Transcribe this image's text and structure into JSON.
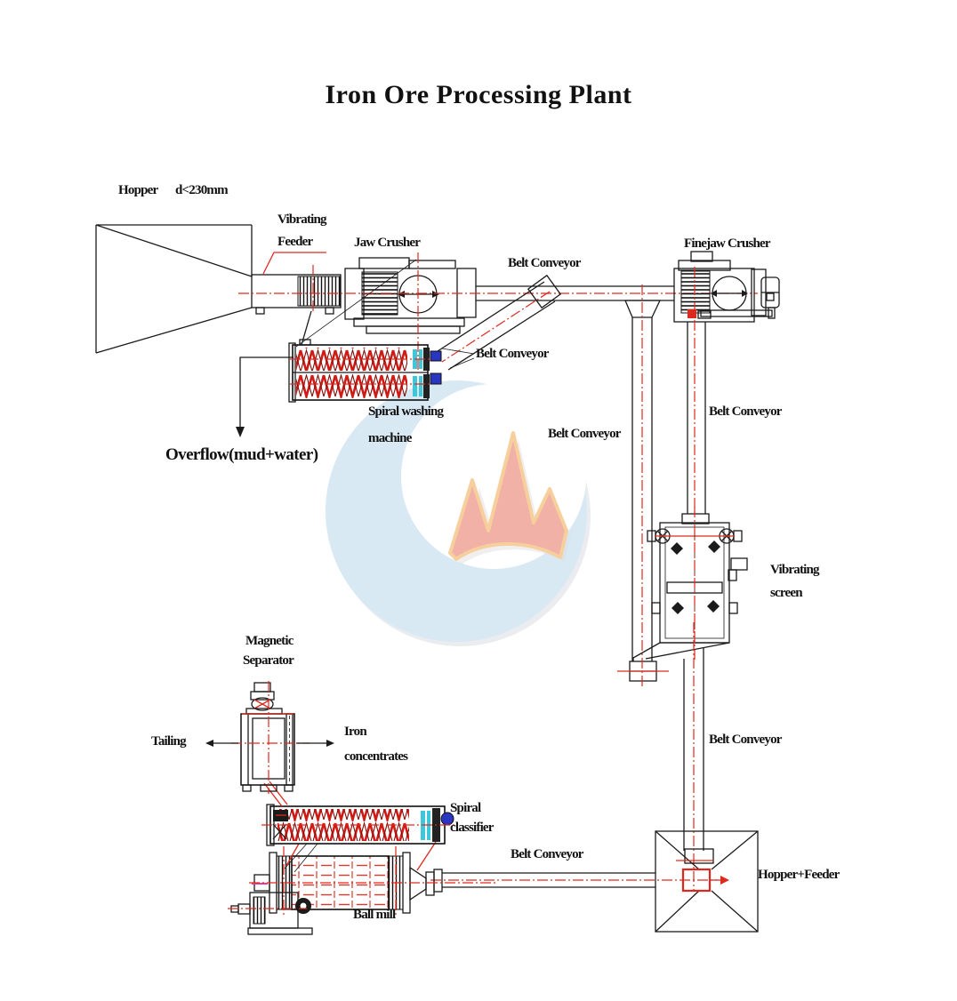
{
  "title": "Iron Ore Processing Plant",
  "watermark": {
    "description": "crescent and crown logo",
    "crescent_color": "#d9e9f4",
    "crown_fill": "#f1b1a7",
    "crown_edge": "#f7cf9d"
  },
  "colors": {
    "line": "#1b1b1b",
    "centerline_red": "#e0291e",
    "coil_red": "#cf1b15",
    "cyan_accent": "#3fc6d9",
    "blue_accent": "#2a35c0",
    "magenta_accent": "#e93c9e"
  },
  "labels": {
    "hopper": "Hopper",
    "hopper_size": "d<230mm",
    "vibrating_feeder_line1": "Vibrating",
    "vibrating_feeder_line2": "Feeder",
    "jaw_crusher": "Jaw Crusher",
    "belt_conveyor_top": "Belt Conveyor",
    "finejaw_crusher": "Finejaw Crusher",
    "belt_conveyor_to_washer": "Belt Conveyor",
    "spiral_washing_line1": "Spiral washing",
    "spiral_washing_line2": "machine",
    "overflow": "Overflow(mud+water)",
    "belt_conveyor_return": "Belt Conveyor",
    "belt_conveyor_right": "Belt Conveyor",
    "vibrating_screen_line1": "Vibrating",
    "vibrating_screen_line2": "screen",
    "magnetic_separator_line1": "Magnetic",
    "magnetic_separator_line2": "Separator",
    "tailing": "Tailing",
    "iron_concentrates_line1": "Iron",
    "iron_concentrates_line2": "concentrates",
    "spiral_classifier_line1": "Spiral",
    "spiral_classifier_line2": "classifier",
    "belt_conveyor_bottom": "Belt Conveyor",
    "belt_conveyor_screen_to_hopper": "Belt Conveyor",
    "ball_mill": "Ball mill",
    "hopper_feeder": "Hopper+Feeder"
  }
}
